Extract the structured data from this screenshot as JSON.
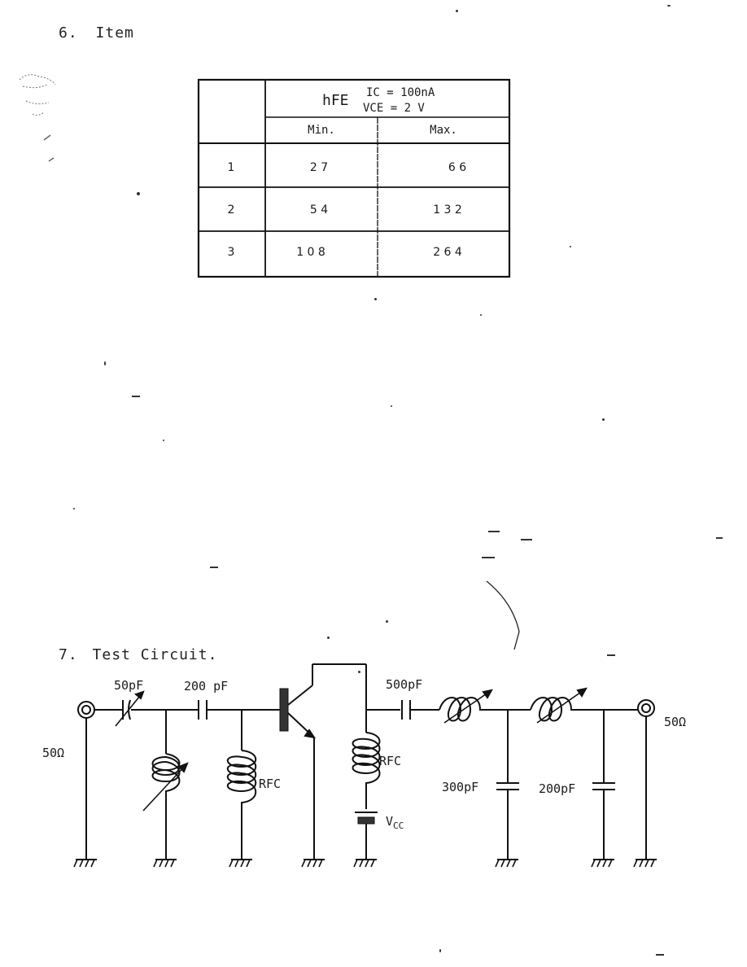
{
  "section6": {
    "number": "6.",
    "title": "Item"
  },
  "hfe_table": {
    "param": "hFE",
    "cond_ic": "IC = 100nA",
    "cond_vce": "VCE = 2 V",
    "min_label": "Min.",
    "max_label": "Max.",
    "rows": [
      {
        "item": "1",
        "min": "2 7",
        "max": "6 6"
      },
      {
        "item": "2",
        "min": "5 4",
        "max": "1 3 2"
      },
      {
        "item": "3",
        "min": "1 0 8",
        "max": "2 6 4"
      }
    ]
  },
  "section7": {
    "number": "7.",
    "title": "Test Circuit."
  },
  "circuit": {
    "in_cap": "50pF",
    "cap2": "200 pF",
    "out_cap": "500pF",
    "rfc1": "RFC",
    "rfc2": "RFC",
    "vcc": "V",
    "vcc_sub": "CC",
    "shunt_cap1": "300pF",
    "shunt_cap2": "200pF",
    "in_imp": "50Ω",
    "out_imp": "50Ω"
  }
}
